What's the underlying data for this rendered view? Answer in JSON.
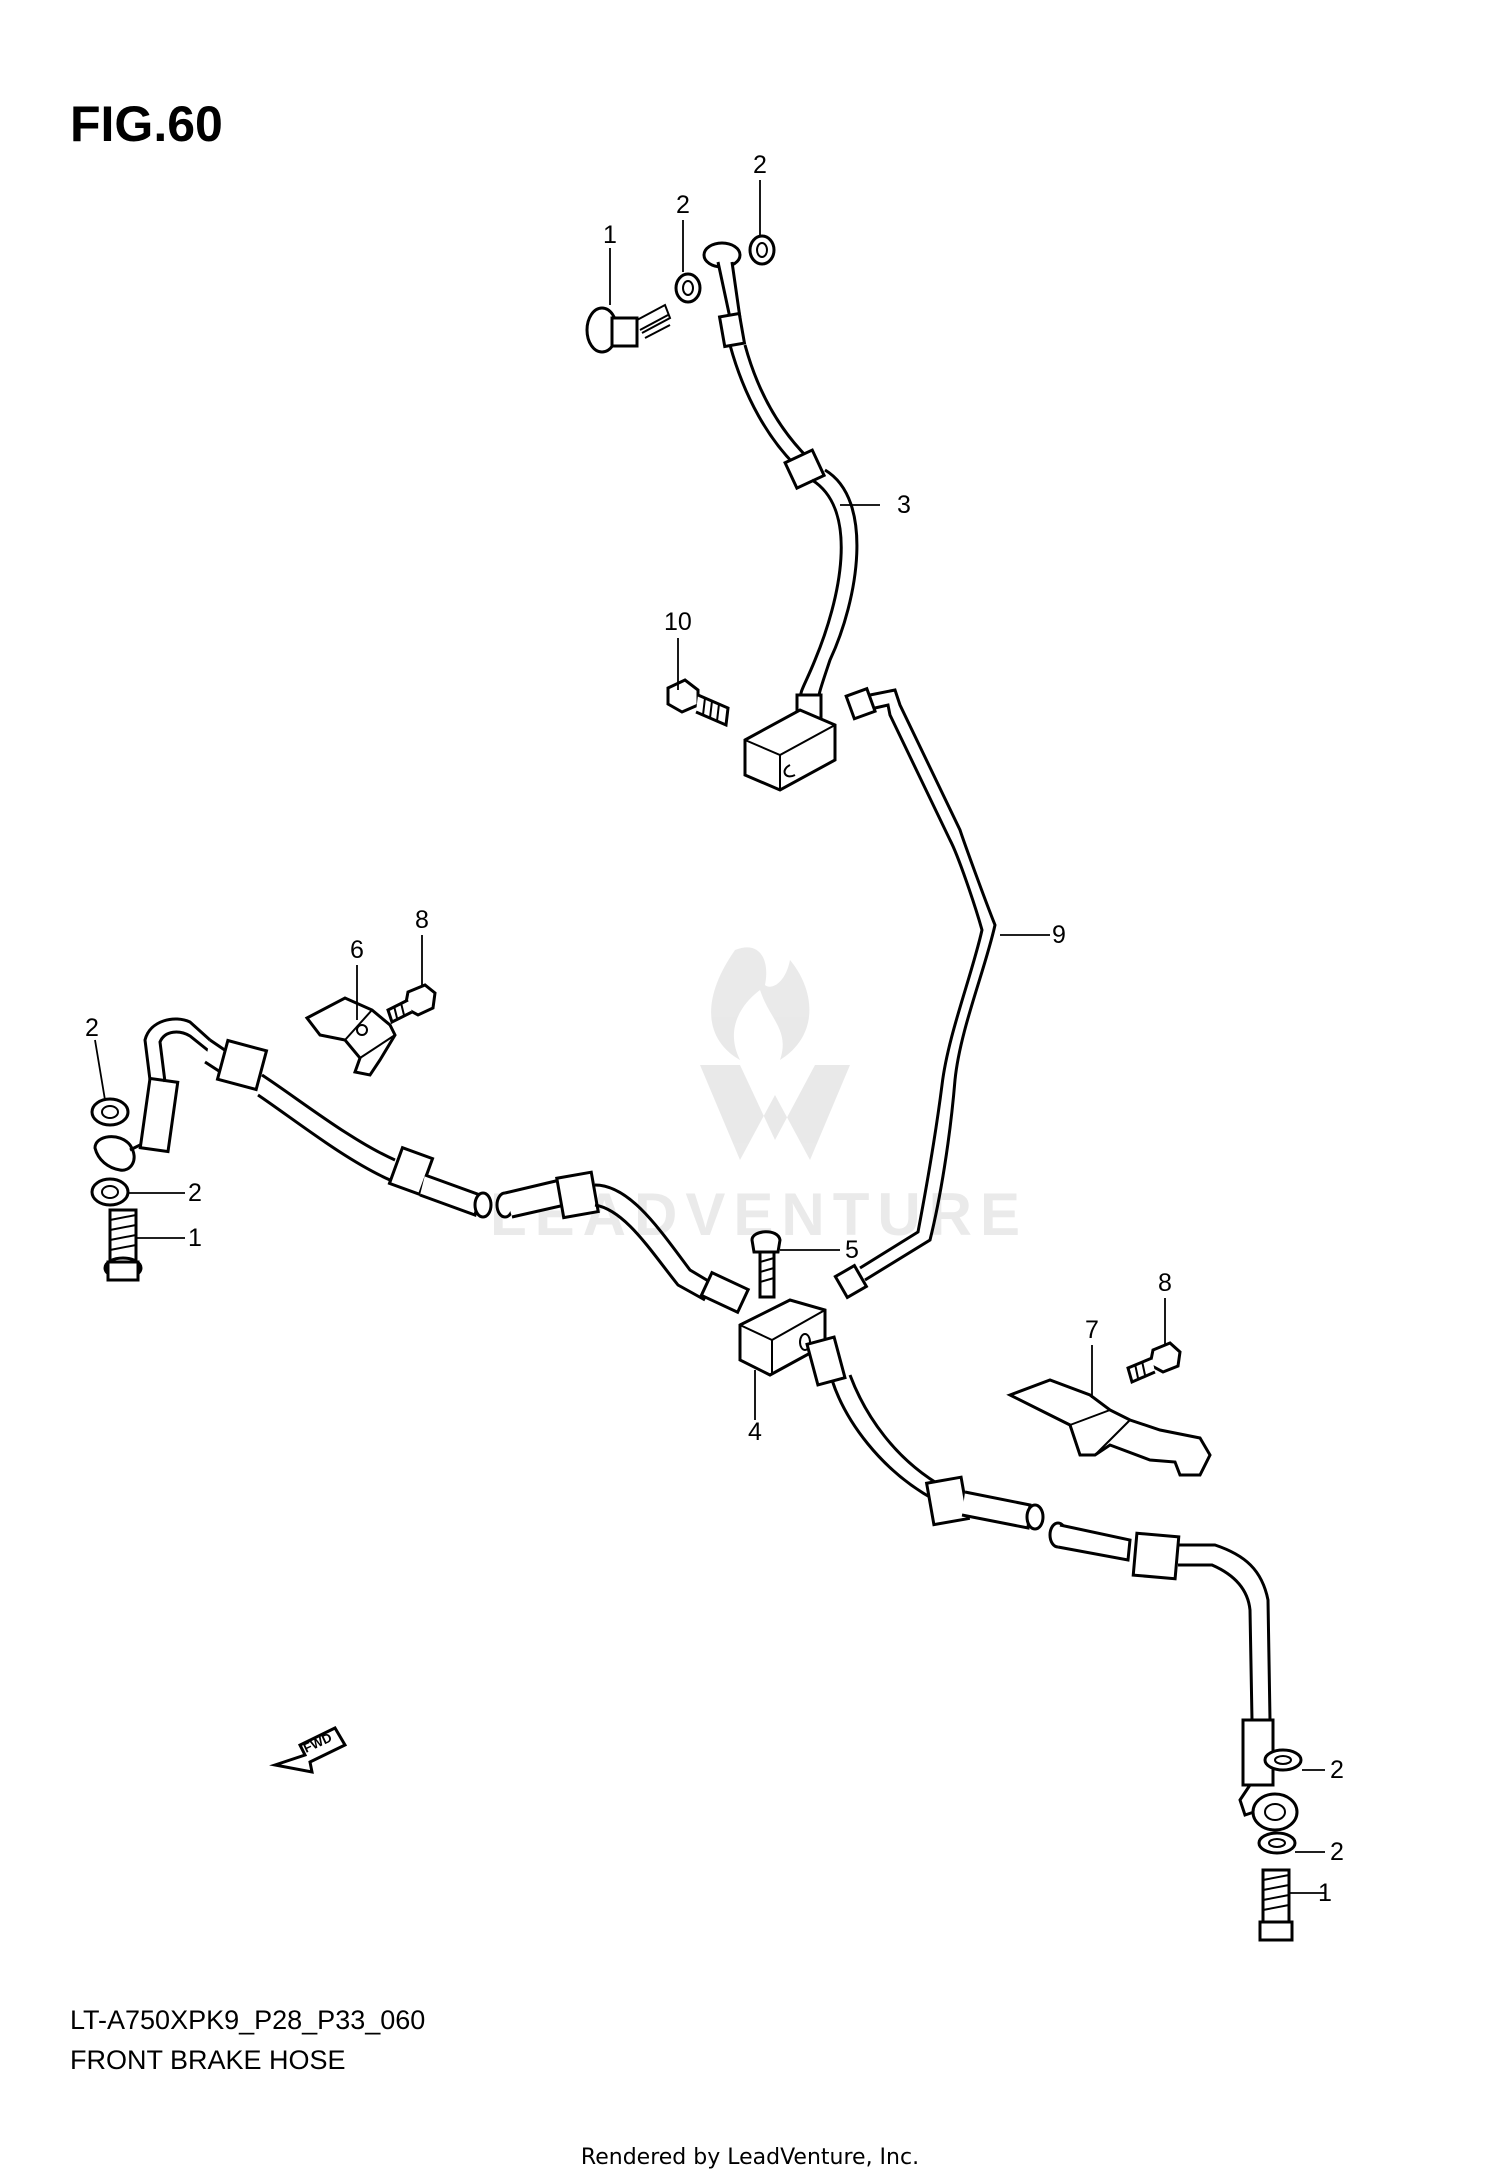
{
  "figure": {
    "title": "FIG.60",
    "model_code": "LT-A750XPK9_P28_P33_060",
    "description": "FRONT BRAKE HOSE"
  },
  "watermark": {
    "text": "LEADVENTURE"
  },
  "footer": {
    "credit": "Rendered by LeadVenture, Inc."
  },
  "callouts": [
    {
      "id": "c1a",
      "label": "1"
    },
    {
      "id": "c2a",
      "label": "2"
    },
    {
      "id": "c2b",
      "label": "2"
    },
    {
      "id": "c3",
      "label": "3"
    },
    {
      "id": "c10",
      "label": "10"
    },
    {
      "id": "c9",
      "label": "9"
    },
    {
      "id": "c6",
      "label": "6"
    },
    {
      "id": "c8a",
      "label": "8"
    },
    {
      "id": "c2c",
      "label": "2"
    },
    {
      "id": "c2d",
      "label": "2"
    },
    {
      "id": "c1b",
      "label": "1"
    },
    {
      "id": "c5",
      "label": "5"
    },
    {
      "id": "c4",
      "label": "4"
    },
    {
      "id": "c7",
      "label": "7"
    },
    {
      "id": "c8b",
      "label": "8"
    },
    {
      "id": "c2e",
      "label": "2"
    },
    {
      "id": "c2f",
      "label": "2"
    },
    {
      "id": "c1c",
      "label": "1"
    }
  ],
  "fwd_arrow": {
    "label": "FWD"
  }
}
